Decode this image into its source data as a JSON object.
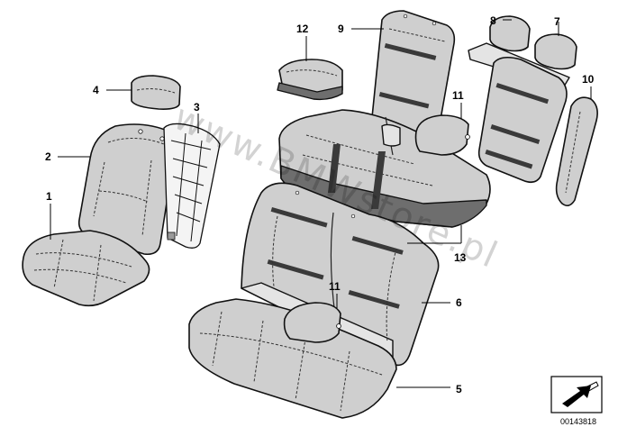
{
  "watermark": "www.BMWstore.pl",
  "doc_number": "00143818",
  "callouts": {
    "c1": "1",
    "c2": "2",
    "c3": "3",
    "c4": "4",
    "c5": "5",
    "c6": "6",
    "c7": "7",
    "c8": "8",
    "c9": "9",
    "c10": "10",
    "c11a": "11",
    "c11b": "11",
    "c12": "12",
    "c13": "13"
  },
  "icons": {
    "view_arrow": "view-direction-arrow-icon"
  },
  "colors": {
    "upholstery": "#cfcfcf",
    "stitching": "#3a3a3a",
    "line": "#111111"
  }
}
